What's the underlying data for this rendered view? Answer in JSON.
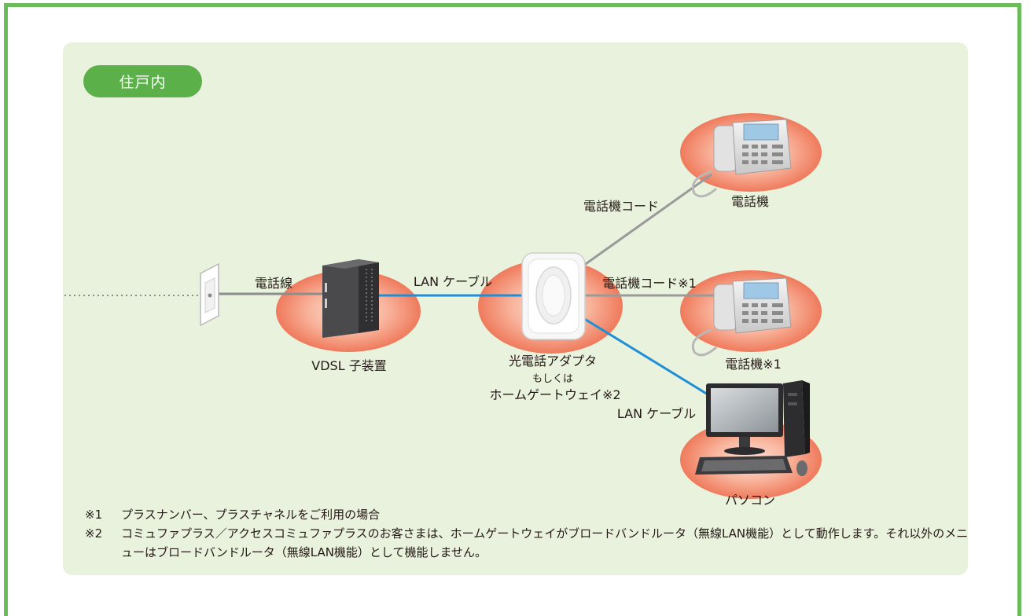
{
  "section_badge": "住戸内",
  "labels": {
    "phone_line": "電話線",
    "lan_cable_1": "LAN ケーブル",
    "vdsl": "VDSL 子装置",
    "adapter_line1": "光電話アダプタ",
    "adapter_line2": "もしくは",
    "adapter_line3": "ホームゲートウェイ※2",
    "lan_cable_2": "LAN ケーブル",
    "phone_cord_top": "電話機コード",
    "phone_cord_mid": "電話機コード※1",
    "phone_top": "電話機",
    "phone_mid": "電話機※1",
    "pc": "パソコン"
  },
  "notes": [
    {
      "mark": "※1",
      "text": "プラスナンバー、プラスチャネルをご利用の場合"
    },
    {
      "mark": "※2",
      "text": "コミュファプラス／アクセスコミュファプラスのお客さまは、ホームゲートウェイがブロードバンドルータ（無線LAN機能）として動作します。それ以外のメニューはブロードバンドルータ（無線LAN機能）として機能しません。"
    }
  ],
  "colors": {
    "frame": "#6cbb5a",
    "panel": "#e9f2dc",
    "badge": "#5cb04a",
    "lan_cable": "#1e8fd6",
    "phone_cord": "#9a9a9a",
    "device_spot": "#f2886b"
  }
}
